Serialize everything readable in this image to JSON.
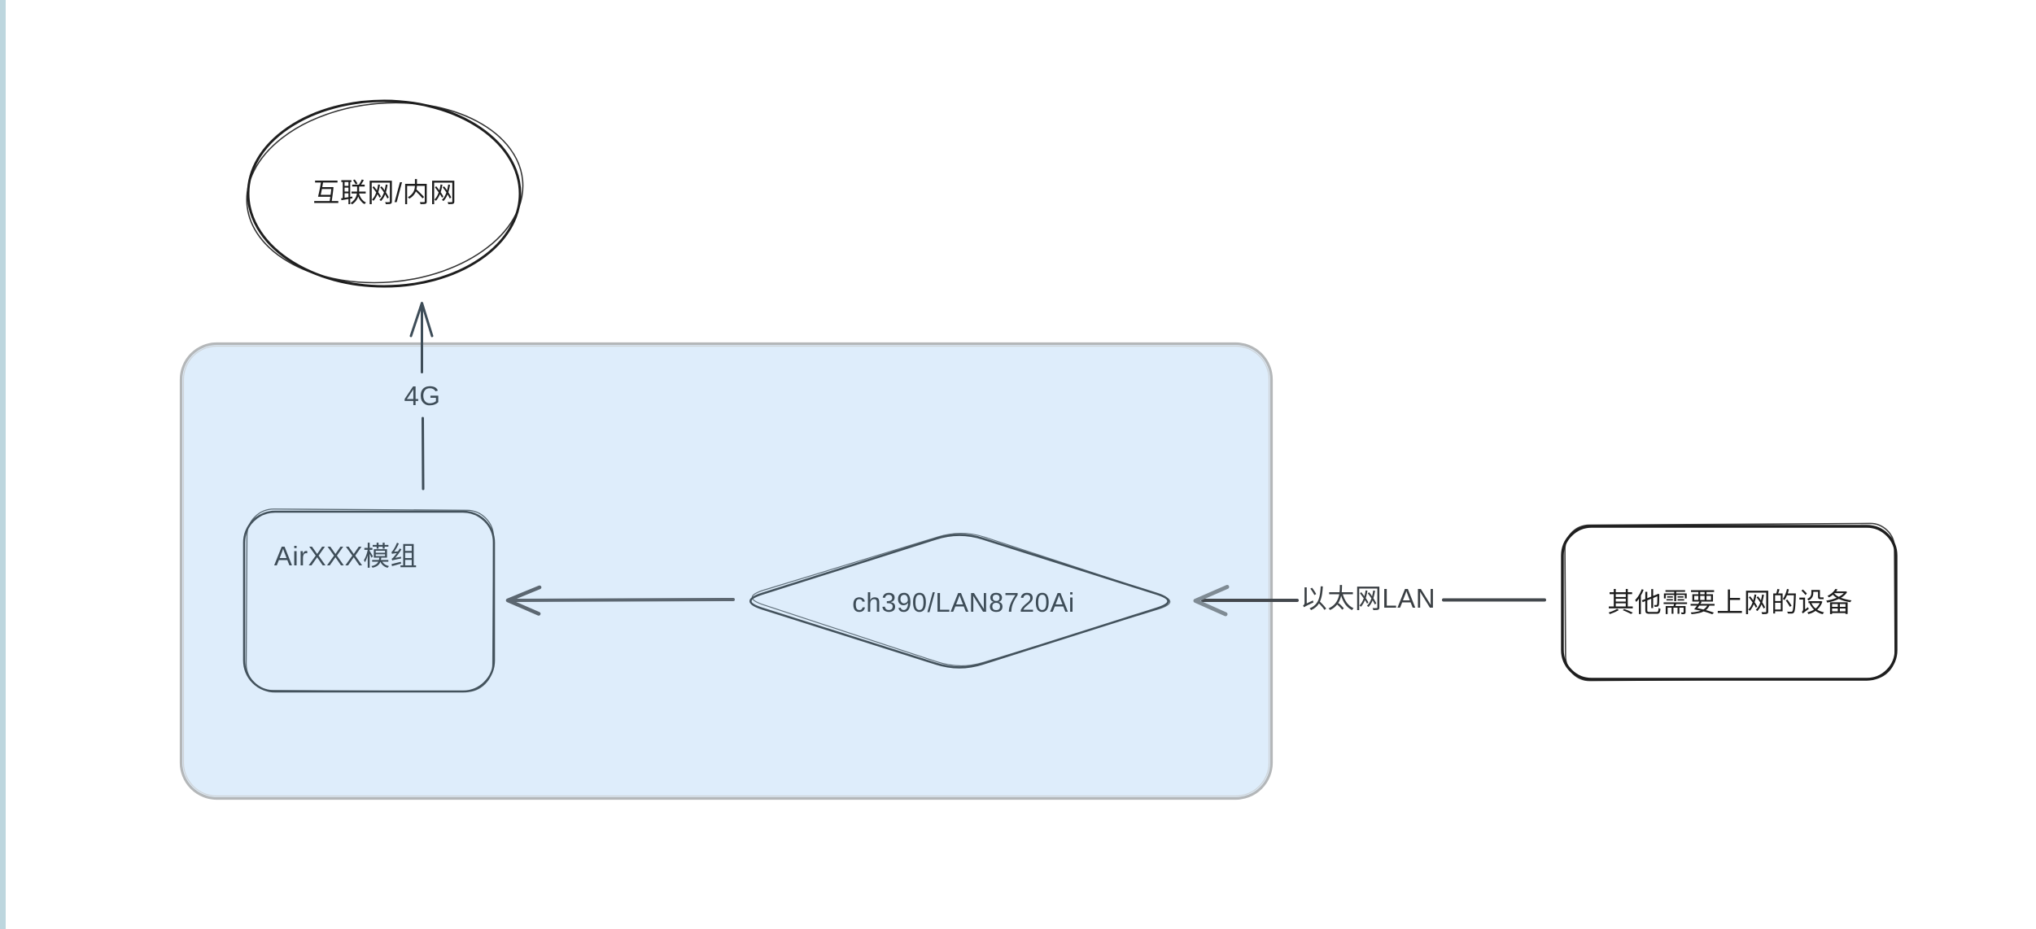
{
  "diagram": {
    "style": "hand-drawn whiteboard sketch",
    "background": "#ffffff",
    "canvas_edge_line_color": "#bdd6de",
    "nodes": {
      "internet": {
        "label": "互联网/内网",
        "shape": "ellipse",
        "stroke": "#1e1e1e",
        "fill": "#ffffff"
      },
      "gateway_board": {
        "label": "",
        "shape": "rounded-rectangle",
        "stroke": "#b4b7b9",
        "fill": "#deedfb",
        "contains": [
          "air_module",
          "eth_chip"
        ]
      },
      "air_module": {
        "label": "AirXXX模组",
        "shape": "rounded-rectangle",
        "stroke": "#43525c",
        "fill": "transparent"
      },
      "eth_chip": {
        "label": "ch390/LAN8720Ai",
        "shape": "diamond",
        "stroke": "#43525c",
        "fill": "transparent"
      },
      "other_devices": {
        "label": "其他需要上网的设备",
        "shape": "rounded-rectangle",
        "stroke": "#1e1e1e",
        "fill": "#ffffff"
      }
    },
    "edges": {
      "uplink_4g": {
        "label": "4G",
        "from": "air_module",
        "to": "internet",
        "direction": "up",
        "color": "#3e4d58"
      },
      "chip_to_module": {
        "label": "",
        "from": "eth_chip",
        "to": "air_module",
        "direction": "left",
        "color": "#5c6771"
      },
      "ethernet_lan": {
        "label": "以太网LAN",
        "from": "other_devices",
        "to": "eth_chip",
        "direction": "left",
        "color": "#43484d",
        "arrowhead_color": "#7f8b94"
      }
    }
  }
}
